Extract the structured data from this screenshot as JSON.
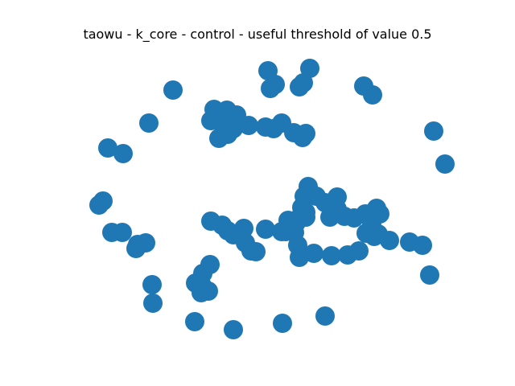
{
  "title": "taowu - k_core - control - useful threshold of value 0.5",
  "node_color": "#1f77b4",
  "edge_color": "#000000",
  "chart_data": {
    "type": "network-graph",
    "title": "taowu - k_core - control - useful threshold of value 0.5",
    "node_color": "#1f77b4",
    "edge_color": "#000000",
    "axes_visible": false,
    "node_labels_shown": false,
    "node_count": 104
  }
}
